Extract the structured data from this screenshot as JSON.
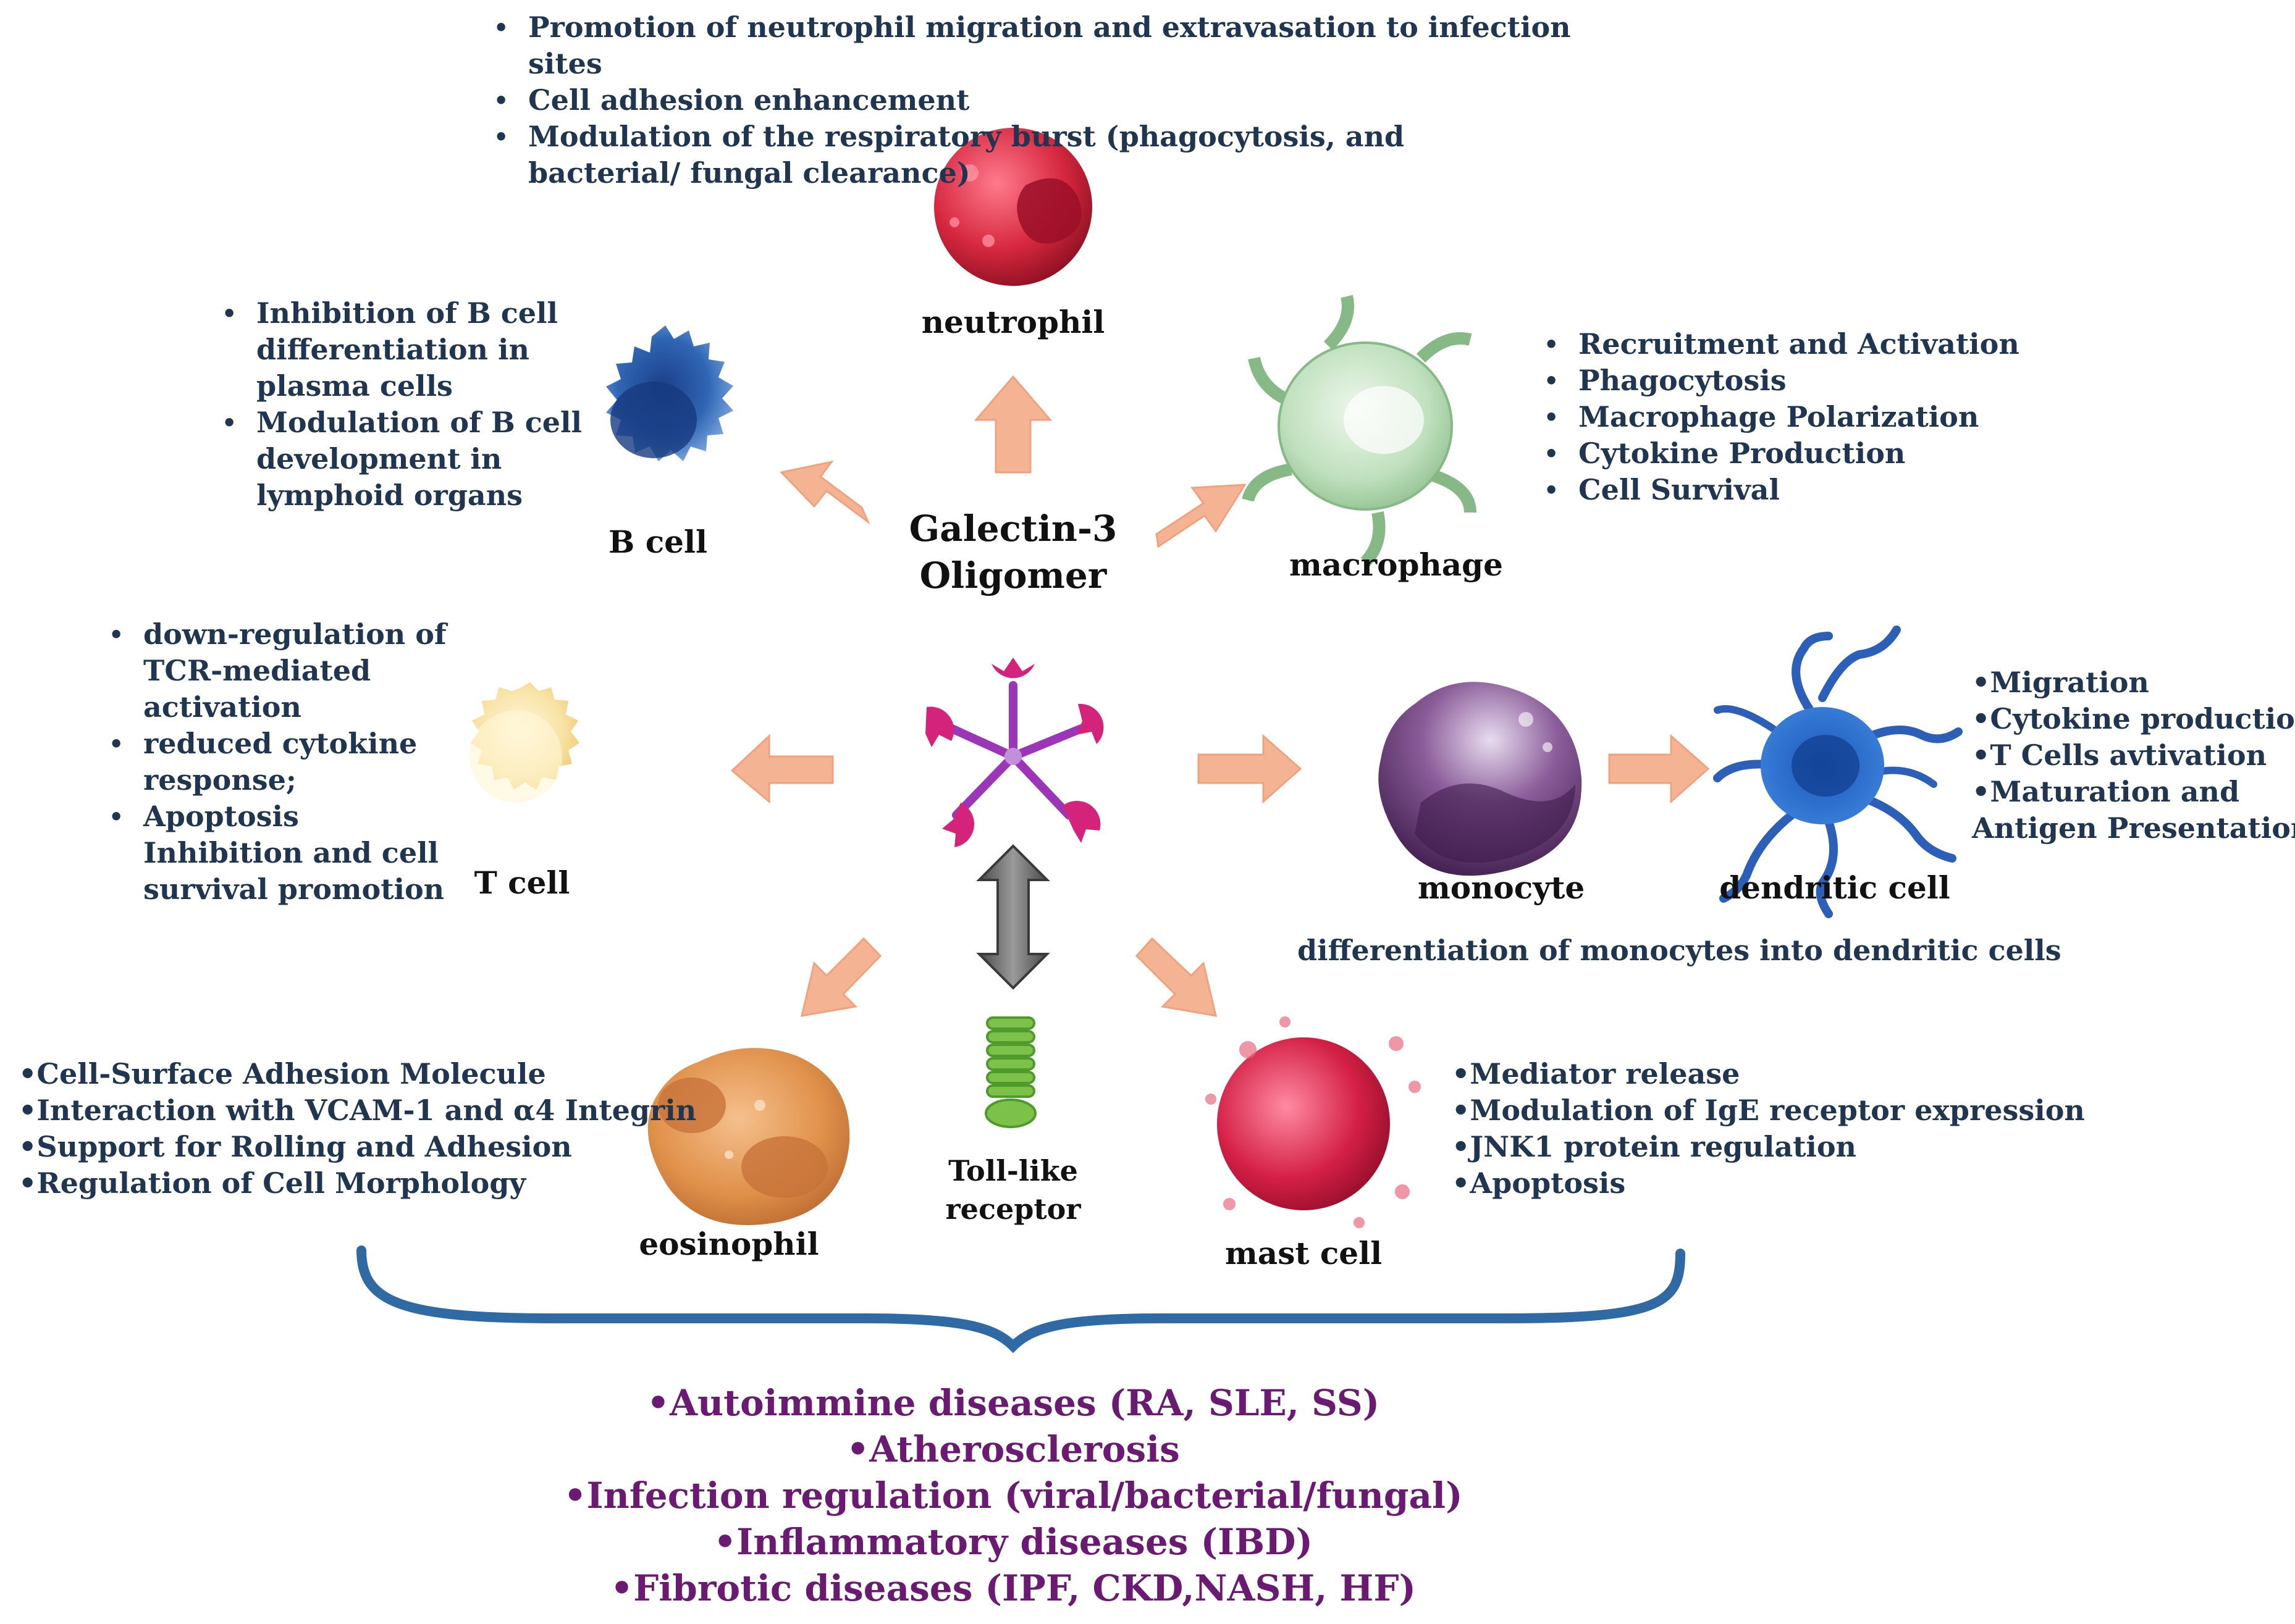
{
  "center": {
    "title_line1": "Galectin-3",
    "title_line2": "Oligomer"
  },
  "neutrophil": {
    "label": "neutrophil",
    "items": [
      "Promotion of neutrophil migration and extravasation to infection sites",
      "Cell adhesion enhancement",
      "Modulation of the respiratory burst (phagocytosis, and bacterial/ fungal clearance)"
    ],
    "color": "#d6283f"
  },
  "b_cell": {
    "label": "B cell",
    "items": [
      "Inhibition of B cell differentiation in plasma cells",
      "Modulation of B cell development in lymphoid organs"
    ],
    "color": "#2f66b4"
  },
  "macrophage": {
    "label": "macrophage",
    "items": [
      "Recruitment and Activation",
      "Phagocytosis",
      "Macrophage Polarization",
      "Cytokine Production",
      "Cell Survival"
    ],
    "color": "#a6d2a6"
  },
  "t_cell": {
    "label": "T cell",
    "items": [
      "down-regulation of TCR-mediated activation",
      "reduced cytokine response;",
      "Apoptosis Inhibition and cell survival promotion"
    ],
    "color": "#f5dc94"
  },
  "monocyte": {
    "label": "monocyte",
    "note": "differentiation of monocytes into dendritic cells",
    "color": "#6b3b78"
  },
  "dendritic_cell": {
    "label": "dendritic cell",
    "items": [
      "•Migration",
      "•Cytokine production",
      "•T Cells avtivation",
      "•Maturation and",
      "Antigen Presentation"
    ],
    "color": "#2c5fb8"
  },
  "eosinophil": {
    "label": "eosinophil",
    "items": [
      "•Cell-Surface Adhesion Molecule",
      "•Interaction with VCAM-1 and α4 Integrin",
      "•Support for Rolling and Adhesion",
      "•Regulation of Cell Morphology"
    ],
    "color": "#e0914a"
  },
  "tlr": {
    "label_line1": "Toll-like",
    "label_line2": "receptor",
    "color": "#7cc24a"
  },
  "mast_cell": {
    "label": "mast cell",
    "items": [
      "•Mediator release",
      "•Modulation of IgE receptor expression",
      "•JNK1 protein regulation",
      "•Apoptosis"
    ],
    "color": "#d41f45"
  },
  "diseases": [
    "•Autoimmine diseases (RA, SLE, SS)",
    "•Atherosclerosis",
    "•Infection regulation (viral/bacterial/fungal)",
    "•Inflammatory diseases (IBD)",
    "•Fibrotic diseases (IPF, CKD,NASH, HF)"
  ],
  "colors": {
    "arrow": "#f4b493",
    "arrow_edge": "#f0a27c",
    "brace": "#2f6aa5",
    "text": "#1f3550",
    "disease_text": "#6b1a72",
    "oligomer": "#9b36b8",
    "crd": "#d4237a"
  }
}
